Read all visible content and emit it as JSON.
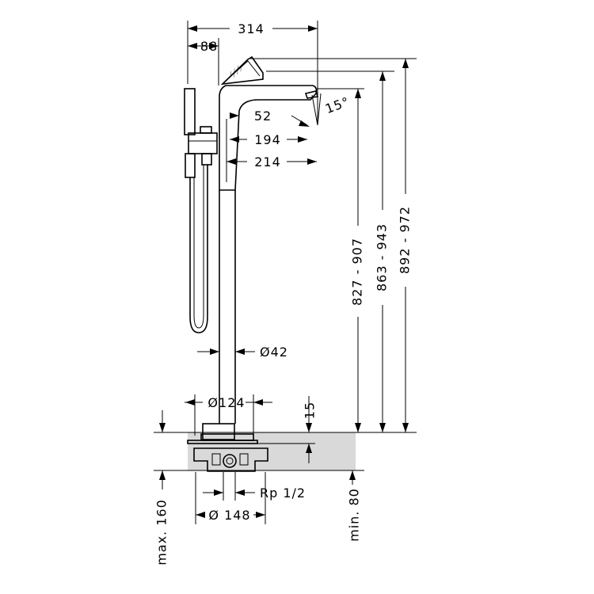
{
  "labels": {
    "d_314": "314",
    "d_88": "88",
    "d_52": "52",
    "d_194": "194",
    "d_214": "214",
    "d_15deg": "15°",
    "d_827_907": "827 - 907",
    "d_863_943": "863 - 943",
    "d_892_972": "892 - 972",
    "d_42": "Ø42",
    "d_124": "Ø124",
    "d_15": "15",
    "d_rp": "Rp 1/2",
    "d_148": "Ø 148",
    "d_160": "max. 160",
    "d_80": "min. 80"
  },
  "colors": {
    "line": "#000000",
    "floor_fill": "#d9d9d9",
    "background": "#ffffff"
  }
}
